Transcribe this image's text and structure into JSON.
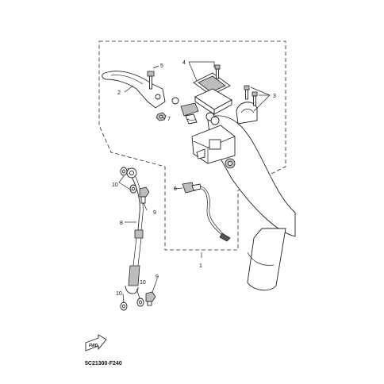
{
  "diagram_code": "5C21300-F240",
  "fwd_label": "FWD",
  "callouts": {
    "c1": "1",
    "c2": "2",
    "c3": "3",
    "c4": "4",
    "c5": "5",
    "c6": "6",
    "c7": "7",
    "c8": "8",
    "c9a": "9",
    "c9b": "9",
    "c10a": "10",
    "c10b": "10",
    "c10c": "10"
  }
}
